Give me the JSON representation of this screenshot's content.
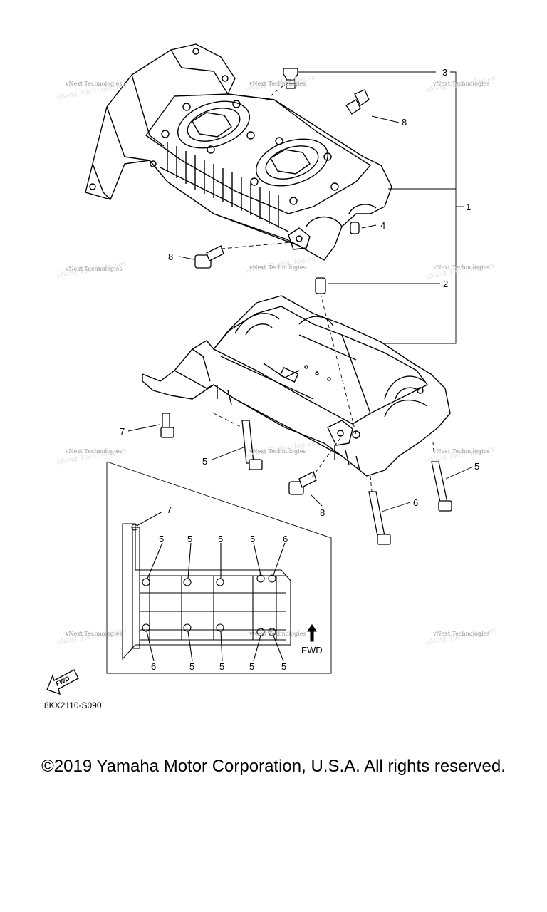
{
  "callouts": {
    "c1": "1",
    "c2": "2",
    "c3": "3",
    "c4": "4",
    "c5a": "5",
    "c5b": "5",
    "c6a": "6",
    "c7a": "7",
    "c8a": "8",
    "c8b": "8",
    "c8c": "8",
    "i7": "7",
    "i5t1": "5",
    "i5t2": "5",
    "i5t3": "5",
    "i5t4": "5",
    "i6t": "6",
    "i6b": "6",
    "i5b1": "5",
    "i5b2": "5",
    "i5b3": "5",
    "i5b4": "5"
  },
  "inset_fwd_label": "FWD",
  "fwd_badge": "FWD",
  "watermark": "vNext Technologies",
  "diagram_code": "8KX2110-S090",
  "copyright": "©2019 Yamaha Motor Corporation, U.S.A. All rights reserved."
}
